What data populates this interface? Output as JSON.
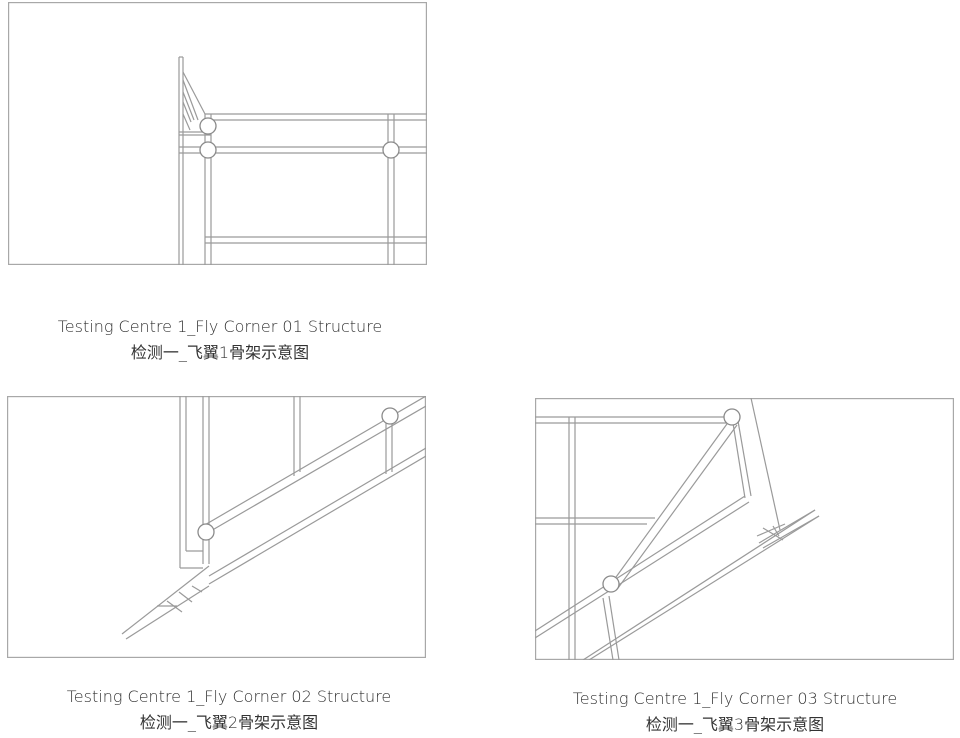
{
  "figures": [
    {
      "caption_en": "Testing Centre 1_Fly Corner 01 Structure",
      "caption_cn": "检测一_飞翼1骨架示意图"
    },
    {
      "caption_en": "Testing Centre 1_Fly Corner 02 Structure",
      "caption_cn": "检测一_飞翼2骨架示意图"
    },
    {
      "caption_en": "Testing Centre 1_Fly Corner 03 Structure",
      "caption_cn": "检测一_飞翼3骨架示意图"
    }
  ],
  "colors": {
    "line": "#9a9a9a",
    "frame": "#a8a8a8",
    "text": "#333333"
  }
}
